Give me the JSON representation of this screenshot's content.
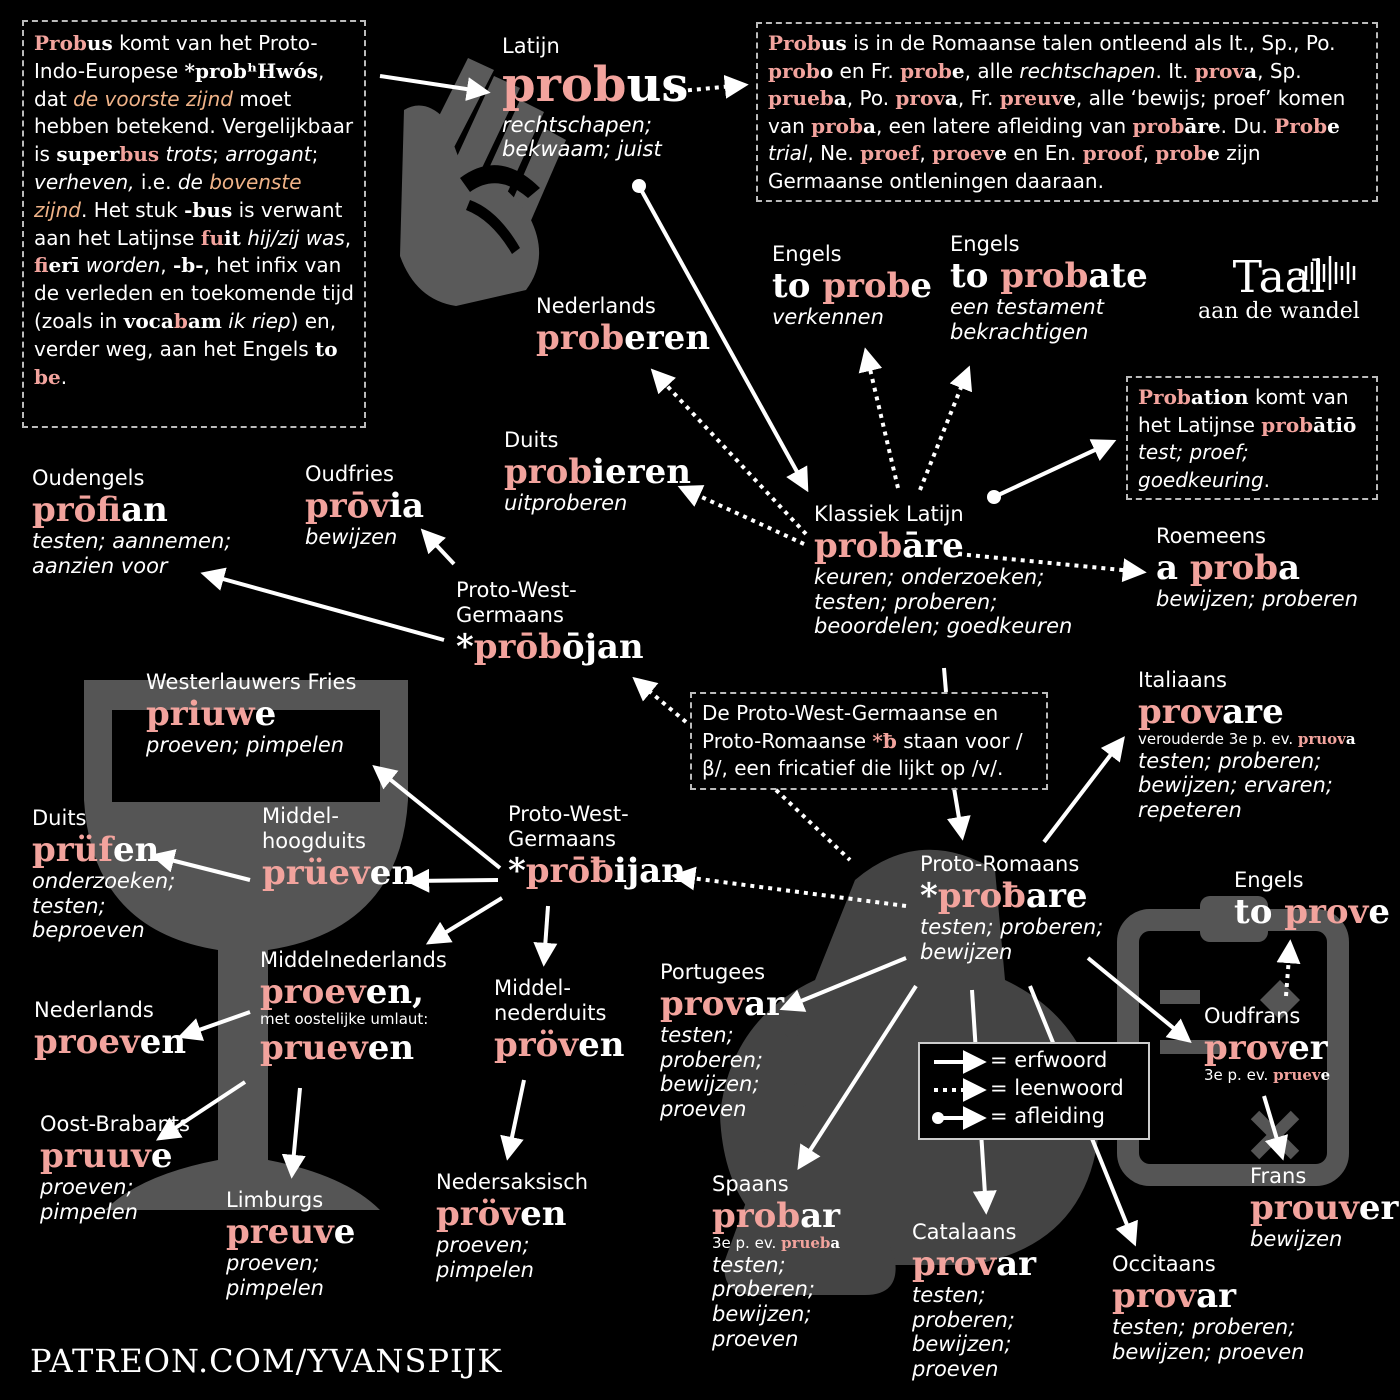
{
  "box_top_left": {
    "parts": [
      {
        "t": "Prob",
        "c": "pk",
        "b": true
      },
      {
        "t": "us",
        "b": true
      },
      {
        "t": " komt van het Proto-Indo-Europese "
      },
      {
        "t": "*prob",
        "b": true
      },
      {
        "t": "ʰ",
        "b": true
      },
      {
        "t": "Hwós",
        "b": true
      },
      {
        "t": ", dat "
      },
      {
        "t": "de voorste zijnd",
        "c": "it-pk"
      },
      {
        "t": " moet hebben betekend. Vergelijkbaar is "
      },
      {
        "t": "super",
        "b": true
      },
      {
        "t": "bus",
        "c": "pk",
        "b": true
      },
      {
        "t": " "
      },
      {
        "t": "trots",
        "i": true
      },
      {
        "t": "; "
      },
      {
        "t": "arrogant",
        "i": true
      },
      {
        "t": "; "
      },
      {
        "t": "verheven,",
        "i": true
      },
      {
        "t": " i.e. "
      },
      {
        "t": "de ",
        "i": true
      },
      {
        "t": "bovenste zijnd",
        "c": "it-pk"
      },
      {
        "t": ". Het stuk "
      },
      {
        "t": "-bus",
        "b": true
      },
      {
        "t": " is verwant aan het Latijnse "
      },
      {
        "t": "fu",
        "c": "pk",
        "b": true
      },
      {
        "t": "it",
        "b": true
      },
      {
        "t": " "
      },
      {
        "t": "hij/zij was",
        "i": true
      },
      {
        "t": ", "
      },
      {
        "t": "fi",
        "c": "pk",
        "b": true
      },
      {
        "t": "erī",
        "b": true
      },
      {
        "t": " "
      },
      {
        "t": "worden",
        "i": true
      },
      {
        "t": ", "
      },
      {
        "t": "-b-",
        "b": true
      },
      {
        "t": ", het infix van de verleden en toekomende tijd (zoals in "
      },
      {
        "t": "voca",
        "b": true
      },
      {
        "t": "b",
        "c": "pk",
        "b": true
      },
      {
        "t": "am",
        "b": true
      },
      {
        "t": " "
      },
      {
        "t": "ik riep",
        "i": true
      },
      {
        "t": ") en, verder weg, aan het Engels "
      },
      {
        "t": "to ",
        "b": true
      },
      {
        "t": "be",
        "c": "pk",
        "b": true
      },
      {
        "t": "."
      }
    ]
  },
  "box_top_right": {
    "parts": [
      {
        "t": "Prob",
        "c": "pk",
        "b": true
      },
      {
        "t": "us",
        "b": true
      },
      {
        "t": " is in de Romaanse talen ontleend als It., Sp., Po. "
      },
      {
        "t": "prob",
        "c": "pk",
        "b": true
      },
      {
        "t": "o",
        "b": true
      },
      {
        "t": " en Fr. "
      },
      {
        "t": "prob",
        "c": "pk",
        "b": true
      },
      {
        "t": "e",
        "b": true
      },
      {
        "t": ", alle "
      },
      {
        "t": "rechtschapen",
        "i": true
      },
      {
        "t": ". It. "
      },
      {
        "t": "prov",
        "c": "pk",
        "b": true
      },
      {
        "t": "a",
        "b": true
      },
      {
        "t": ", Sp. "
      },
      {
        "t": "prueb",
        "c": "pk",
        "b": true
      },
      {
        "t": "a",
        "b": true
      },
      {
        "t": ", Po. "
      },
      {
        "t": "prov",
        "c": "pk",
        "b": true
      },
      {
        "t": "a",
        "b": true
      },
      {
        "t": ", Fr. "
      },
      {
        "t": "preuv",
        "c": "pk",
        "b": true
      },
      {
        "t": "e",
        "b": true
      },
      {
        "t": ", alle ‘bewijs; proef’ komen van "
      },
      {
        "t": "prob",
        "c": "pk",
        "b": true
      },
      {
        "t": "a",
        "b": true
      },
      {
        "t": ", een latere afleiding van "
      },
      {
        "t": "prob",
        "c": "pk",
        "b": true
      },
      {
        "t": "āre",
        "b": true
      },
      {
        "t": ". Du. "
      },
      {
        "t": "Prob",
        "c": "pk",
        "b": true
      },
      {
        "t": "e",
        "b": true
      },
      {
        "t": " "
      },
      {
        "t": "trial",
        "i": true
      },
      {
        "t": ", Ne. "
      },
      {
        "t": "proef",
        "c": "pk",
        "b": true
      },
      {
        "t": ", "
      },
      {
        "t": "proev",
        "c": "pk",
        "b": true
      },
      {
        "t": "e",
        "b": true
      },
      {
        "t": " en En. "
      },
      {
        "t": "proof",
        "c": "pk",
        "b": true
      },
      {
        "t": ", "
      },
      {
        "t": "prob",
        "c": "pk",
        "b": true
      },
      {
        "t": "e",
        "b": true
      },
      {
        "t": " zijn Germaanse ontleningen daaraan."
      }
    ]
  },
  "box_probation": {
    "parts": [
      {
        "t": "Prob",
        "c": "pk",
        "b": true
      },
      {
        "t": "ation",
        "b": true
      },
      {
        "t": " komt van het Latijnse "
      },
      {
        "t": "prob",
        "c": "pk",
        "b": true
      },
      {
        "t": "ātiō",
        "b": true
      },
      {
        "t": " "
      },
      {
        "t": "test; proef; goedkeuring",
        "i": true
      },
      {
        "t": "."
      }
    ]
  },
  "box_fricative": {
    "parts": [
      {
        "t": "De Proto-West-Germaanse en Proto-Romaanse "
      },
      {
        "t": "*ƀ",
        "c": "pk",
        "b": true
      },
      {
        "t": " staan voor /β/, een fricatief die lijkt op /v/."
      }
    ]
  },
  "nodes": [
    {
      "id": "latijn",
      "lang": "Latijn",
      "word": [
        {
          "t": "prob",
          "c": "pk"
        },
        {
          "t": "us"
        }
      ],
      "gloss": "rechtschapen; bekwaam; juist",
      "big": true
    },
    {
      "id": "engels-probe",
      "lang": "Engels",
      "word": [
        {
          "t": "to "
        },
        {
          "t": "prob",
          "c": "pk"
        },
        {
          "t": "e"
        }
      ],
      "gloss": "verkennen"
    },
    {
      "id": "engels-probate",
      "lang": "Engels",
      "word": [
        {
          "t": "to "
        },
        {
          "t": "prob",
          "c": "pk"
        },
        {
          "t": "ate"
        }
      ],
      "gloss": "een testament bekrachtigen"
    },
    {
      "id": "nl-proberen",
      "lang": "Nederlands",
      "word": [
        {
          "t": "prob",
          "c": "pk"
        },
        {
          "t": "eren"
        }
      ],
      "gloss": ""
    },
    {
      "id": "duits-probieren",
      "lang": "Duits",
      "word": [
        {
          "t": "prob",
          "c": "pk"
        },
        {
          "t": "ieren"
        }
      ],
      "gloss": "uitproberen"
    },
    {
      "id": "klassiek-latijn",
      "lang": "Klassiek Latijn",
      "word": [
        {
          "t": "prob",
          "c": "pk"
        },
        {
          "t": "āre"
        }
      ],
      "gloss": "keuren; onderzoeken; testen; proberen; beoordelen; goedkeuren"
    },
    {
      "id": "roemeens",
      "lang": "Roemeens",
      "word": [
        {
          "t": "a "
        },
        {
          "t": "prob",
          "c": "pk"
        },
        {
          "t": "a"
        }
      ],
      "gloss": "bewijzen; proberen"
    },
    {
      "id": "oudengels",
      "lang": "Oudengels",
      "word": [
        {
          "t": "prōf",
          "c": "pk"
        },
        {
          "t": "ian"
        }
      ],
      "gloss": "testen; aannemen; aanzien voor"
    },
    {
      "id": "oudfries",
      "lang": "Oudfries",
      "word": [
        {
          "t": "prōv",
          "c": "pk"
        },
        {
          "t": "ia"
        }
      ],
      "gloss": "bewijzen"
    },
    {
      "id": "pwg-probojan",
      "lang": "Proto-West-Germaans",
      "word": [
        {
          "t": "*"
        },
        {
          "t": "prōb",
          "c": "pk"
        },
        {
          "t": "ōjan"
        }
      ],
      "gloss": ""
    },
    {
      "id": "westerlauwers",
      "lang": "Westerlauwers Fries",
      "word": [
        {
          "t": "priuw",
          "c": "pk"
        },
        {
          "t": "e"
        }
      ],
      "gloss": "proeven; pimpelen"
    },
    {
      "id": "italiaans",
      "lang": "Italiaans",
      "word": [
        {
          "t": "prov",
          "c": "pk"
        },
        {
          "t": "are"
        }
      ],
      "note": [
        {
          "t": "verouderde 3e p. ev. "
        },
        {
          "t": "pruov",
          "c": "pk",
          "b": true
        },
        {
          "t": "a",
          "b": true
        }
      ],
      "gloss": "testen; proberen; bewijzen; ervaren; repeteren"
    },
    {
      "id": "duits-prufen",
      "lang": "Duits",
      "word": [
        {
          "t": "prüf",
          "c": "pk"
        },
        {
          "t": "en"
        }
      ],
      "gloss": "onderzoeken; testen; beproeven"
    },
    {
      "id": "mhd",
      "lang": "Middel-hoogduits",
      "word": [
        {
          "t": "prüev",
          "c": "pk"
        },
        {
          "t": "en"
        }
      ],
      "gloss": ""
    },
    {
      "id": "pwg-probijan",
      "lang": "Proto-West-Germaans",
      "word": [
        {
          "t": "*"
        },
        {
          "t": "prōƀ",
          "c": "pk"
        },
        {
          "t": "ijan"
        }
      ],
      "gloss": ""
    },
    {
      "id": "proto-romaans",
      "lang": "Proto-Romaans",
      "word": [
        {
          "t": "*"
        },
        {
          "t": "proƀ",
          "c": "pk"
        },
        {
          "t": "are"
        }
      ],
      "gloss": "testen; proberen; bewijzen"
    },
    {
      "id": "engels-prove",
      "lang": "Engels",
      "word": [
        {
          "t": "to "
        },
        {
          "t": "prov",
          "c": "pk"
        },
        {
          "t": "e"
        }
      ],
      "gloss": ""
    },
    {
      "id": "nl-proeven",
      "lang": "Nederlands",
      "word": [
        {
          "t": "proev",
          "c": "pk"
        },
        {
          "t": "en"
        }
      ],
      "gloss": ""
    },
    {
      "id": "mnl",
      "lang": "Middelnederlands",
      "word": [
        {
          "t": "proev",
          "c": "pk"
        },
        {
          "t": "en,"
        }
      ],
      "note": [
        {
          "t": "met oostelijke umlaut:"
        }
      ],
      "word2": [
        {
          "t": "pruev",
          "c": "pk"
        },
        {
          "t": "en"
        }
      ],
      "gloss": ""
    },
    {
      "id": "mnd",
      "lang": "Middel-nederduits",
      "word": [
        {
          "t": "pröv",
          "c": "pk"
        },
        {
          "t": "en"
        }
      ],
      "gloss": ""
    },
    {
      "id": "portugees",
      "lang": "Portugees",
      "word": [
        {
          "t": "prov",
          "c": "pk"
        },
        {
          "t": "ar"
        }
      ],
      "gloss": "testen; proberen; bewijzen; proeven"
    },
    {
      "id": "oudfrans",
      "lang": "Oudfrans",
      "word": [
        {
          "t": "prov",
          "c": "pk"
        },
        {
          "t": "er"
        }
      ],
      "note": [
        {
          "t": "3e p. ev. "
        },
        {
          "t": "pruev",
          "c": "pk",
          "b": true
        },
        {
          "t": "e",
          "b": true
        }
      ],
      "gloss": ""
    },
    {
      "id": "oost-brabants",
      "lang": "Oost-Brabants",
      "word": [
        {
          "t": "pruuv",
          "c": "pk"
        },
        {
          "t": "e"
        }
      ],
      "gloss": "proeven; pimpelen"
    },
    {
      "id": "limburgs",
      "lang": "Limburgs",
      "word": [
        {
          "t": "preuv",
          "c": "pk"
        },
        {
          "t": "e"
        }
      ],
      "gloss": "proeven; pimpelen"
    },
    {
      "id": "nedersaksisch",
      "lang": "Nedersaksisch",
      "word": [
        {
          "t": "pröv",
          "c": "pk"
        },
        {
          "t": "en"
        }
      ],
      "gloss": "proeven; pimpelen"
    },
    {
      "id": "frans",
      "lang": "Frans",
      "word": [
        {
          "t": "prouv",
          "c": "pk"
        },
        {
          "t": "er"
        }
      ],
      "gloss": "bewijzen"
    },
    {
      "id": "spaans",
      "lang": "Spaans",
      "word": [
        {
          "t": "prob",
          "c": "pk"
        },
        {
          "t": "ar"
        }
      ],
      "note": [
        {
          "t": "3e p. ev. "
        },
        {
          "t": "prueb",
          "c": "pk",
          "b": true
        },
        {
          "t": "a",
          "b": true
        }
      ],
      "gloss": "testen; proberen; bewijzen; proeven"
    },
    {
      "id": "catalaans",
      "lang": "Catalaans",
      "word": [
        {
          "t": "prov",
          "c": "pk"
        },
        {
          "t": "ar"
        }
      ],
      "gloss": "testen; proberen; bewijzen; proeven"
    },
    {
      "id": "occitaans",
      "lang": "Occitaans",
      "word": [
        {
          "t": "prov",
          "c": "pk"
        },
        {
          "t": "ar"
        }
      ],
      "gloss": "testen; proberen; bewijzen; proeven"
    }
  ],
  "legend": {
    "erfwoord": "= erfwoord",
    "leenwoord": "= leenwoord",
    "afleiding": "= afleiding"
  },
  "logo": {
    "line1": "Taal",
    "line2": "aan de wandel"
  },
  "footer": "PATREON.COM/YVANSPIJK",
  "colors": {
    "accent": "#f2a39d",
    "accent_dark": "#f0b388",
    "background": "#000000",
    "line": "#ffffff",
    "illustration": "#5a5a5a"
  },
  "icons": [
    "hand-icon",
    "wine-glass-icon",
    "flask-icon",
    "clipboard-icon",
    "soundwave-icon"
  ]
}
